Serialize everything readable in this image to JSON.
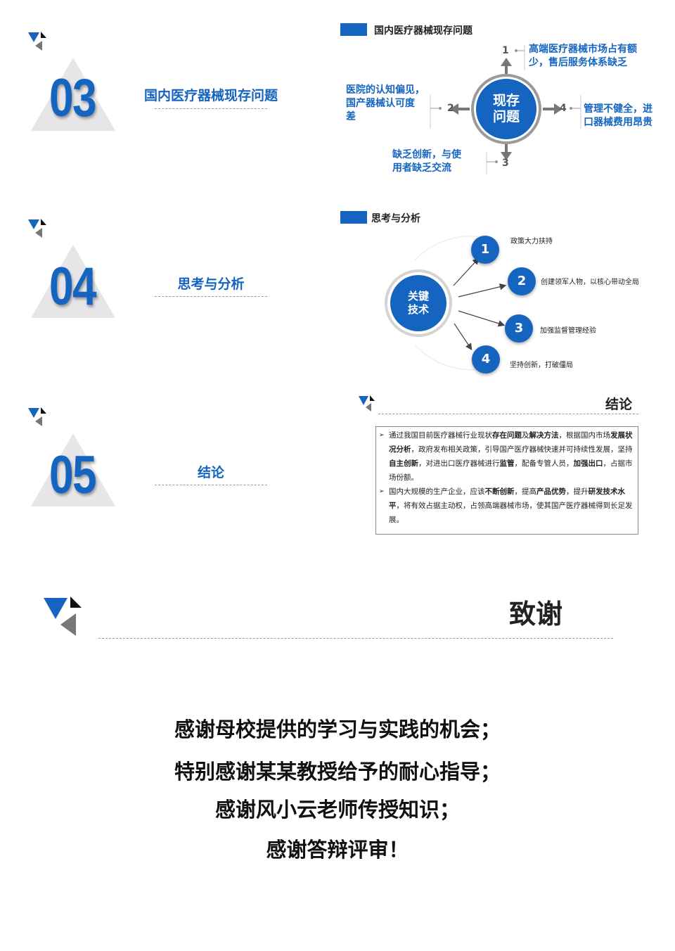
{
  "sections": [
    {
      "number": "03",
      "title": "国内医疗器械现存问题"
    },
    {
      "number": "04",
      "title": "思考与分析"
    },
    {
      "number": "05",
      "title": "结论"
    }
  ],
  "problems": {
    "header": "国内医疗器械现存问题",
    "center_line1": "现存",
    "center_line2": "问题",
    "items": [
      {
        "num": "1",
        "line1": "高端医疗器械市场占有额",
        "line2": "少，售后服务体系缺乏"
      },
      {
        "num": "2",
        "line1": "医院的认知偏见，",
        "line2": "国产器械认可度",
        "line3": "差"
      },
      {
        "num": "3",
        "line1": "缺乏创新，与使",
        "line2": "用者缺乏交流"
      },
      {
        "num": "4",
        "line1": "管理不健全，进",
        "line2": "口器械费用昂贵"
      }
    ]
  },
  "analysis": {
    "header": "思考与分析",
    "center_line1": "关键",
    "center_line2": "技术",
    "items": [
      {
        "num": "1",
        "label": "政策大力扶持"
      },
      {
        "num": "2",
        "label": "创建领军人物，以核心带动全局"
      },
      {
        "num": "3",
        "label": "加强监督管理经验"
      },
      {
        "num": "4",
        "label": "坚持创新，打破僵局"
      }
    ]
  },
  "conclusion": {
    "header": "结论",
    "p1": [
      {
        "t": "通过我国目前医疗器械行业现状",
        "b": false
      },
      {
        "t": "存在问题",
        "b": true
      },
      {
        "t": "及",
        "b": false
      },
      {
        "t": "解决方法",
        "b": true
      },
      {
        "t": "，根据国内市场",
        "b": false
      },
      {
        "t": "发展状况分析",
        "b": true
      },
      {
        "t": "，政府发布相关政策，引导国产医疗器械快速并可持续性发展，坚持",
        "b": false
      },
      {
        "t": "自主创新",
        "b": true
      },
      {
        "t": "，对进出口医疗器械进行",
        "b": false
      },
      {
        "t": "监管",
        "b": true
      },
      {
        "t": "，配备专管人员，",
        "b": false
      },
      {
        "t": "加强出口",
        "b": true
      },
      {
        "t": "，占据市场份额。",
        "b": false
      }
    ],
    "p2": [
      {
        "t": "国内大规模的生产企业，应该",
        "b": false
      },
      {
        "t": "不断创新",
        "b": true
      },
      {
        "t": "，提高",
        "b": false
      },
      {
        "t": "产品优势",
        "b": true
      },
      {
        "t": "，提升",
        "b": false
      },
      {
        "t": "研发技术水平",
        "b": true
      },
      {
        "t": "，将有效占据主动权，占领高端器械市场，使其国产医疗器械得到长足发展。",
        "b": false
      }
    ]
  },
  "thanks": {
    "title": "致谢",
    "lines": [
      "感谢母校提供的学习与实践的机会；",
      "特别感谢某某教授给予的耐心指导；",
      "感谢风小云老师传授知识；",
      "感谢答辩评审！"
    ]
  },
  "colors": {
    "accent": "#1565c0",
    "gray": "#e6e6e8",
    "dark": "#222222"
  }
}
